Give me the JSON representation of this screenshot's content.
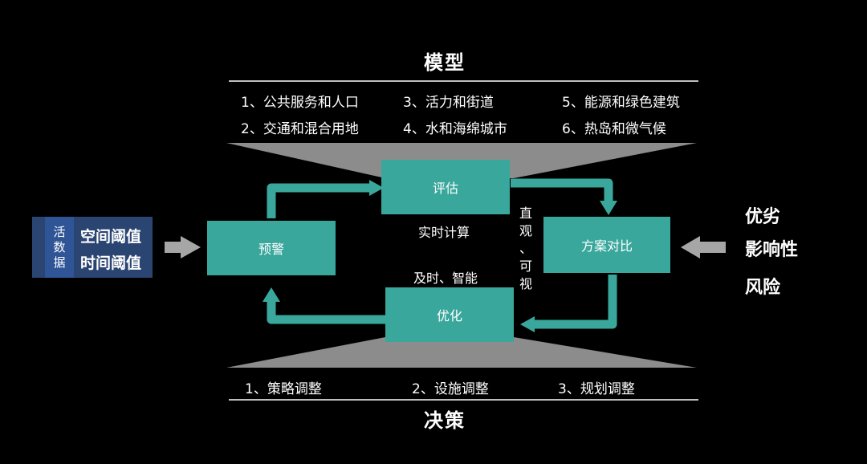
{
  "model": {
    "title": "模型",
    "items": [
      "1、公共服务和人口",
      "2、交通和混合用地",
      "3、活力和街道",
      "4、水和海绵城市",
      "5、能源和绿色建筑",
      "6、热岛和微气候"
    ]
  },
  "decision": {
    "title": "决策",
    "items": [
      "1、策略调整",
      "2、设施调整",
      "3、规划调整"
    ]
  },
  "input": {
    "vertical_label": [
      "活",
      "数",
      "据"
    ],
    "lines": [
      "空间阈值",
      "时间阈值"
    ]
  },
  "cycle": {
    "warning": "预警",
    "evaluate": "评估",
    "compare": "方案对比",
    "optimize": "优化",
    "realtime_label": "实时计算",
    "smart_label": "及时、智能",
    "vertical_label": [
      "直",
      "观",
      "、",
      "可",
      "视"
    ]
  },
  "criteria": {
    "items": [
      "优劣",
      "影响性",
      "风险"
    ]
  },
  "colors": {
    "box": "#3aa79c",
    "input_bg": "#2b4572",
    "input_label_bg": "#2f5597",
    "funnel": "#8c8c8c",
    "arrow_gray": "#a6a6a6",
    "background": "#000000"
  }
}
